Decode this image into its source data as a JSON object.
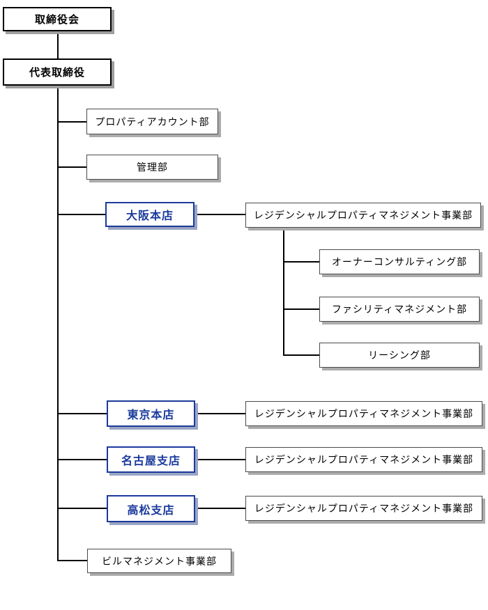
{
  "colors": {
    "accent_blue": "#1a3a9c",
    "line": "#000000",
    "box_border": "#4a4a4a",
    "shadow_gray": "#ababab"
  },
  "nodes": {
    "board": {
      "label": "取締役会"
    },
    "ceo": {
      "label": "代表取締役"
    },
    "property_account": {
      "label": "プロパティアカウント部"
    },
    "admin": {
      "label": "管理部"
    },
    "osaka": {
      "label": "大阪本店"
    },
    "osaka_res": {
      "label": "レジデンシャルプロパティマネジメント事業部"
    },
    "owner_consulting": {
      "label": "オーナーコンサルティング部"
    },
    "facility_mgmt": {
      "label": "ファシリティマネジメント部"
    },
    "leasing": {
      "label": "リーシング部"
    },
    "tokyo": {
      "label": "東京本店"
    },
    "tokyo_res": {
      "label": "レジデンシャルプロパティマネジメント事業部"
    },
    "nagoya": {
      "label": "名古屋支店"
    },
    "nagoya_res": {
      "label": "レジデンシャルプロパティマネジメント事業部"
    },
    "takamatsu": {
      "label": "高松支店"
    },
    "takamatsu_res": {
      "label": "レジデンシャルプロパティマネジメント事業部"
    },
    "building_mgmt": {
      "label": "ビルマネジメント事業部"
    }
  }
}
